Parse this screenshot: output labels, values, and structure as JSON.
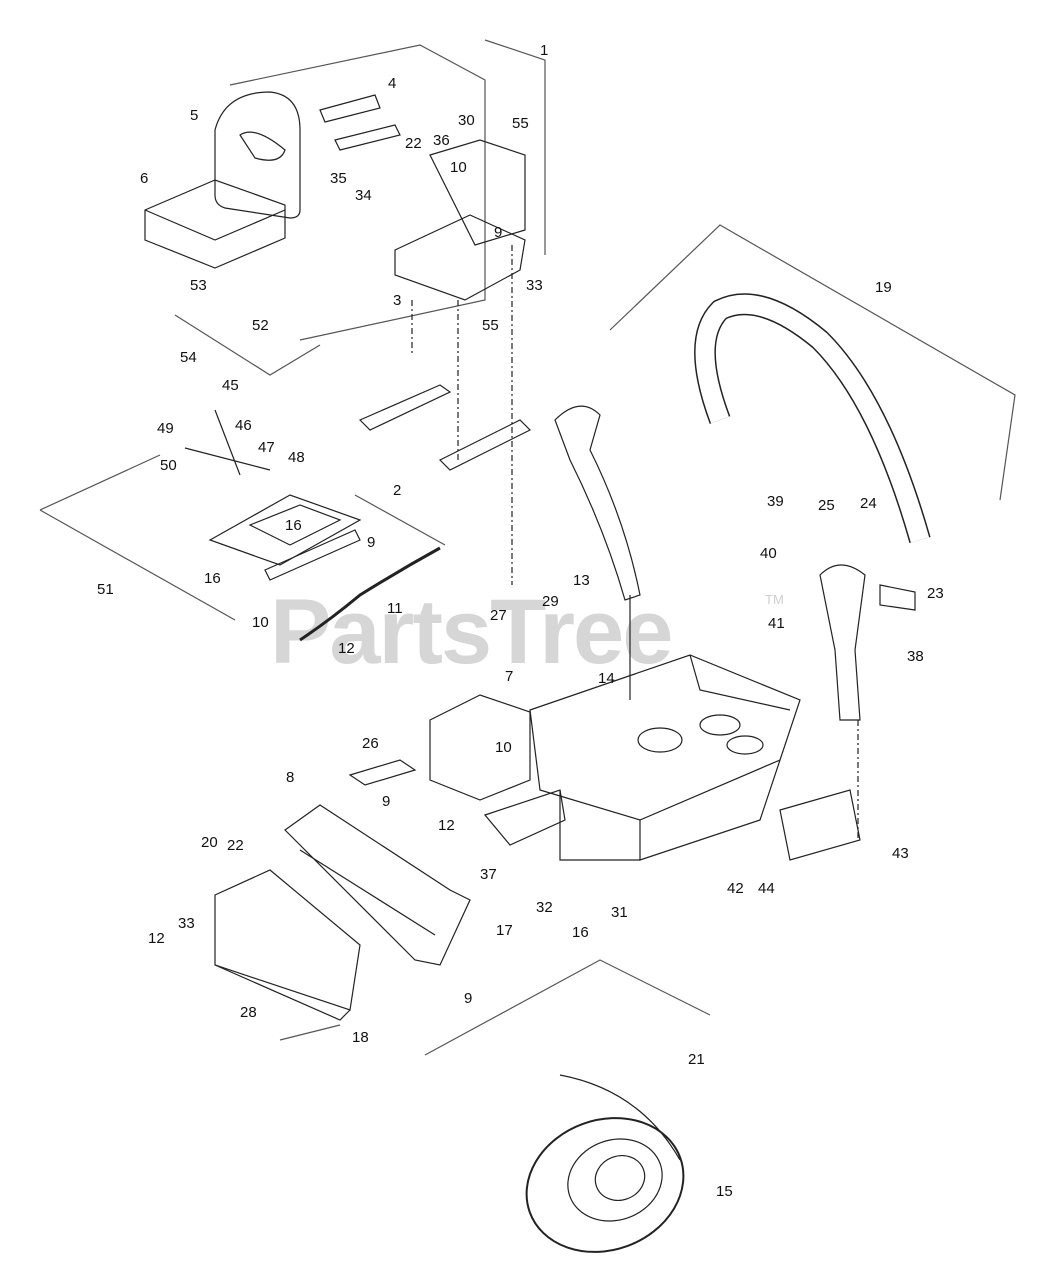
{
  "watermark": "PartsTree",
  "watermark_tm": "TM",
  "callouts": [
    "1",
    "4",
    "5",
    "30",
    "55",
    "22",
    "36",
    "35",
    "10",
    "34",
    "6",
    "9",
    "53",
    "33",
    "3",
    "52",
    "55",
    "54",
    "45",
    "49",
    "46",
    "47",
    "48",
    "50",
    "2",
    "16",
    "9",
    "51",
    "16",
    "10",
    "11",
    "12",
    "19",
    "39",
    "25",
    "24",
    "40",
    "23",
    "41",
    "38",
    "27",
    "29",
    "13",
    "7",
    "14",
    "26",
    "10",
    "8",
    "9",
    "12",
    "37",
    "43",
    "20",
    "22",
    "17",
    "32",
    "31",
    "16",
    "42",
    "44",
    "33",
    "12",
    "9",
    "28",
    "18",
    "21",
    "15"
  ]
}
